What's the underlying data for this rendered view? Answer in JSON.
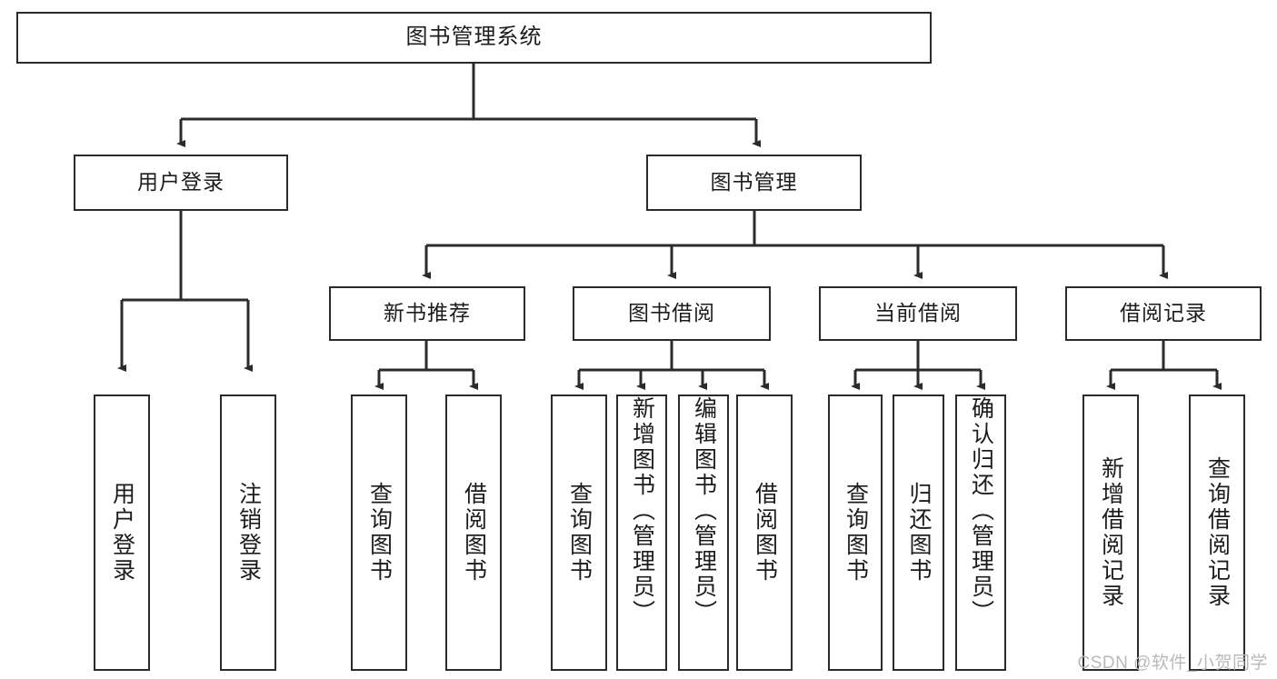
{
  "diagram": {
    "title": "图书管理系统",
    "type": "tree",
    "watermark": "CSDN @软件_小贺同学",
    "root": {
      "label": "图书管理系统"
    },
    "level1": [
      {
        "label": "用户登录"
      },
      {
        "label": "图书管理"
      }
    ],
    "level2": [
      {
        "label": "新书推荐"
      },
      {
        "label": "图书借阅"
      },
      {
        "label": "当前借阅"
      },
      {
        "label": "借阅记录"
      }
    ],
    "leaves_user_login": [
      {
        "label": "用户登录"
      },
      {
        "label": "注销登录"
      }
    ],
    "leaves_new_book": [
      {
        "label": "查询图书"
      },
      {
        "label": "借阅图书"
      }
    ],
    "leaves_borrow": [
      {
        "label": "查询图书"
      },
      {
        "label": "新增图书（管理员）"
      },
      {
        "label": "编辑图书（管理员）"
      },
      {
        "label": "借阅图书"
      }
    ],
    "leaves_current": [
      {
        "label": "查询图书"
      },
      {
        "label": "归还图书"
      },
      {
        "label": "确认归还（管理员）"
      }
    ],
    "leaves_records": [
      {
        "label": "新增借阅记录"
      },
      {
        "label": "查询借阅记录"
      }
    ],
    "colors": {
      "stroke": "#2b2b2b",
      "fill": "#ffffff",
      "text": "#1c1c1c",
      "watermark": "#b9b9b9"
    }
  }
}
